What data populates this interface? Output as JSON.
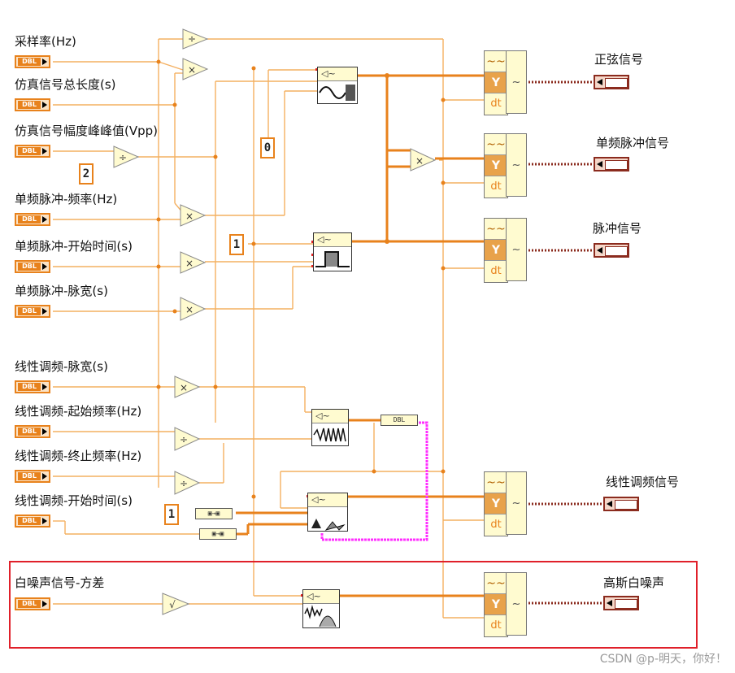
{
  "inputs": [
    {
      "label": "采样率(Hz)",
      "type": "DBL"
    },
    {
      "label": "仿真信号总长度(s)",
      "type": "DBL"
    },
    {
      "label": "仿真信号幅度峰峰值(Vpp)",
      "type": "DBL"
    },
    {
      "label": "单频脉冲-频率(Hz)",
      "type": "DBL"
    },
    {
      "label": "单频脉冲-开始时间(s)",
      "type": "DBL"
    },
    {
      "label": "单频脉冲-脉宽(s)",
      "type": "DBL"
    },
    {
      "label": "线性调频-脉宽(s)",
      "type": "DBL"
    },
    {
      "label": "线性调频-起始频率(Hz)",
      "type": "DBL"
    },
    {
      "label": "线性调频-终止频率(Hz)",
      "type": "DBL"
    },
    {
      "label": "线性调频-开始时间(s)",
      "type": "DBL"
    },
    {
      "label": "白噪声信号-方差",
      "type": "DBL"
    }
  ],
  "constants": {
    "two": "2",
    "zero": "0",
    "one_a": "1",
    "one_b": "1"
  },
  "outputs": [
    {
      "label": "正弦信号"
    },
    {
      "label": "单频脉冲信号"
    },
    {
      "label": "脉冲信号"
    },
    {
      "label": "线性调频信号"
    },
    {
      "label": "高斯白噪声"
    }
  ],
  "bundle_fields": {
    "wave": "~~",
    "y": "Y",
    "dt": "dt"
  },
  "conv_label": "DBL",
  "watermark": "CSDN @p-明天，你好！",
  "colors": {
    "wire": "#f0a040",
    "wire_thick": "#e8821c",
    "pink": "#ff30ff",
    "highlight_box": "#e0202a"
  }
}
